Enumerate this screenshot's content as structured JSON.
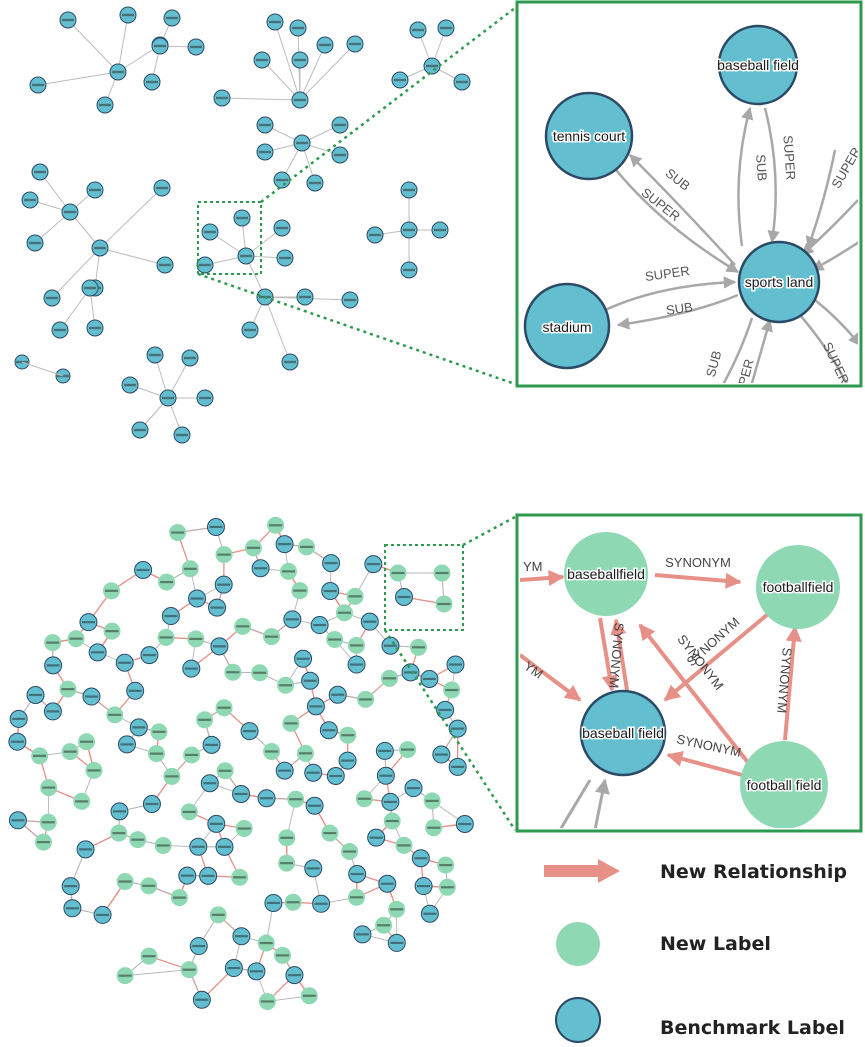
{
  "colors": {
    "benchmark_fill": "#63bfd0",
    "benchmark_stroke": "#2b4a66",
    "new_fill": "#8ed9b3",
    "edge_gray": "#a8a8a8",
    "edge_red": "#e69088",
    "zoom_border": "#2e9a50"
  },
  "zoom_top": {
    "nodes": {
      "baseball_field": "baseball field",
      "tennis_court": "tennis court",
      "sports_land": "sports land",
      "stadium": "stadium"
    },
    "edge_labels": {
      "sub_1": "SUB",
      "super_1": "SUPER",
      "sub_2": "SUB",
      "super_2": "SUPER",
      "super_3": "SUPER",
      "sub_3": "SUB",
      "sub_4": "SUB",
      "super_4": "SUPER",
      "super_5": "SUPER",
      "super_6": "SUPER"
    }
  },
  "zoom_bottom": {
    "nodes": {
      "baseballfield": "baseballfield",
      "footballfield": "footballfield",
      "baseball_field": "baseball field",
      "football_field": "football field"
    },
    "edge_labels": {
      "synonym_1": "SYNONYM",
      "synonym_2": "SYNONYM",
      "synonym_3": "SYNONYM",
      "synonym_4": "SYNONYM",
      "synonym_5": "SYNONYM",
      "synonym_6": "SYNONYM",
      "ym_1": "YM",
      "ym_2": "YM"
    }
  },
  "legend": {
    "new_relationship": "New Relationship",
    "new_label": "New Label",
    "benchmark_label": "Benchmark Label"
  }
}
